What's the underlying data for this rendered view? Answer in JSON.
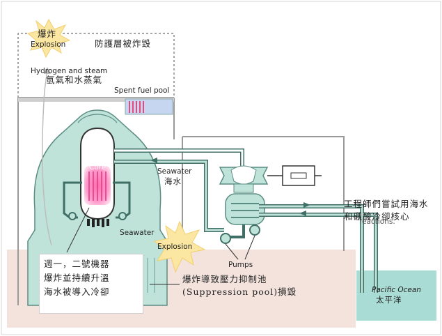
{
  "labels": {
    "explosion_top_cn": "爆炸",
    "explosion_top_en": "Explosion",
    "shield_destroyed_cn": "防護層被炸毀",
    "hydrogen_steam_en": "Hydrogen and steam",
    "hydrogen_steam_cn": "氫氣和水蒸氣",
    "spent_fuel_pool_en": "Spent fuel pool",
    "core_en": "Core",
    "seawater_en_1": "Seawater",
    "seawater_cn": "海水",
    "seawater_en_2": "Seawater",
    "explosion_mid_en": "Explosion",
    "pumps_en": "Pumps",
    "engineers_line1_cn": "工程師們嘗試用海水",
    "engineers_line2_cn": "和硼酸冷卻核心",
    "engineers_line2_en_overlap": "reactions.",
    "pacific_en": "Pacific Ocean",
    "pacific_cn": "太平洋",
    "suppression_line1_cn": "爆炸導致壓力抑制池",
    "suppression_line2": "(Suppression pool)損毀"
  },
  "note_box": {
    "line1": "週一，二號機器",
    "line2": "爆炸並持續升溫",
    "line3": "海水被導入冷卻"
  },
  "colors": {
    "reactor_fill": "#bfe3d8",
    "reactor_outline": "#5a8c82",
    "building_line": "#888888",
    "ground": "#f3e3dc",
    "ocean": "#a9dcd4",
    "core_glow": "#ff5aa0",
    "explosion_star": "#fbe6a2",
    "fuel_pool_water": "#c6d6f0",
    "fuel_pool_rods": "#e8497f"
  }
}
